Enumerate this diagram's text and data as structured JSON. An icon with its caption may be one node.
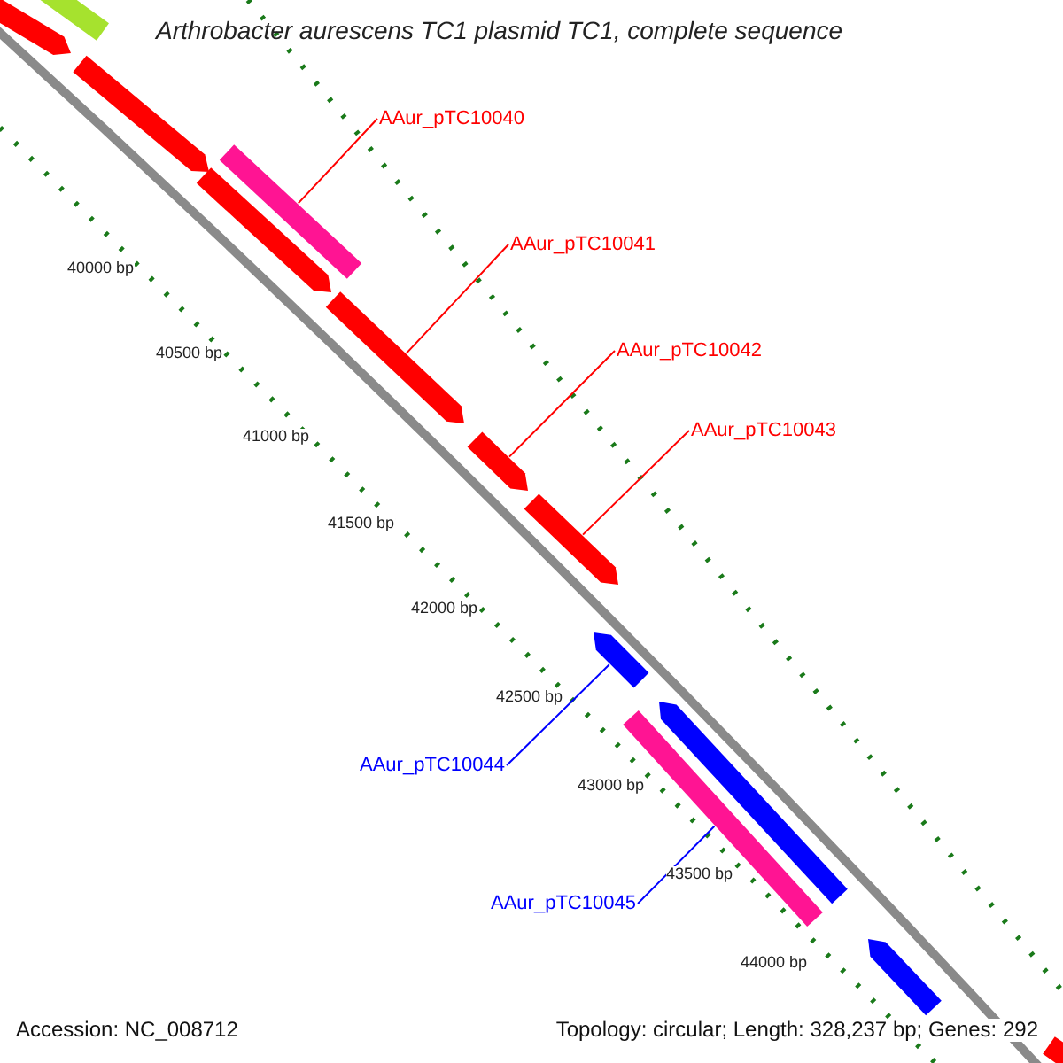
{
  "diagram": {
    "title": "Arthrobacter aurescens TC1 plasmid TC1, complete sequence",
    "nodes": [
      {
        "text": [
          "AAur_pTC10040"
        ]
      },
      {
        "text": [
          "AAur_pTC10041"
        ]
      },
      {
        "text": [
          "AAur_pTC10042"
        ]
      },
      {
        "text": [
          "AAur_pTC10043"
        ]
      },
      {
        "text": [
          "AAur_pTC10044"
        ]
      },
      {
        "text": [
          "AAur_pTC10045"
        ]
      },
      {
        "text": [],
        "shape": "bar"
      },
      {
        "text": [],
        "shape": "arrow"
      },
      {
        "text": [],
        "shape": "arrow"
      },
      {
        "text": [],
        "shape": "bar"
      },
      {
        "text": [],
        "shape": "arrow"
      },
      {
        "text": [],
        "shape": "arrow"
      },
      {
        "text": [],
        "shape": "arrow"
      },
      {
        "text": [],
        "shape": "arrow"
      },
      {
        "text": [],
        "shape": "arrow"
      },
      {
        "text": [],
        "shape": "arrow"
      },
      {
        "text": [],
        "shape": "bar"
      },
      {
        "text": [],
        "shape": "arrow"
      },
      {
        "text": [],
        "shape": "arrow"
      }
    ],
    "edges": [
      {
        "from": 0,
        "to": 9,
        "arrow": "none"
      },
      {
        "from": 1,
        "to": 11,
        "arrow": "none"
      },
      {
        "from": 2,
        "to": 12,
        "arrow": "none"
      },
      {
        "from": 3,
        "to": 13,
        "arrow": "none"
      },
      {
        "from": 4,
        "to": 14,
        "arrow": "none",
        "color": "#0000ff"
      },
      {
        "from": 5,
        "to": 16,
        "arrow": "none",
        "color": "#0000ff"
      }
    ],
    "labels": [
      "40000 bp",
      "40500 bp",
      "41000 bp",
      "41500 bp",
      "42000 bp",
      "42500 bp",
      "43000 bp",
      "43500 bp",
      "44000 bp",
      "Accession: NC_008712",
      "Topology: circular; Length: 328,237 bp; Genes: 292"
    ]
  }
}
